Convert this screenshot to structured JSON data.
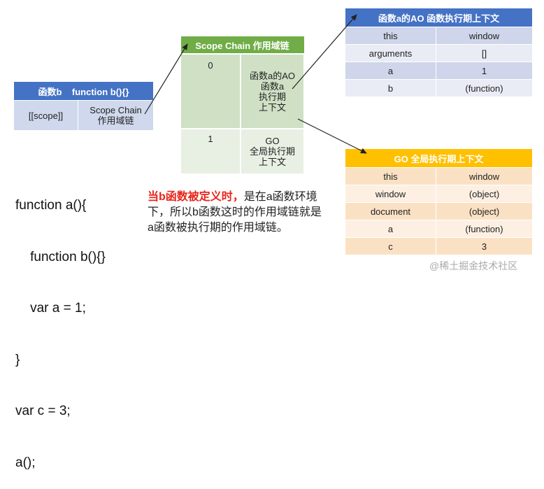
{
  "fn_b_table": {
    "header": "函数b    function b(){}",
    "cell_left": "[[scope]]",
    "cell_right": "Scope Chain\n作用域链"
  },
  "scope_chain_table": {
    "header": "Scope Chain 作用域链",
    "rows": [
      {
        "index": "0",
        "value": "函数a的AO\n函数a\n执行期\n上下文"
      },
      {
        "index": "1",
        "value": "GO\n全局执行期\n上下文"
      }
    ]
  },
  "ao_table": {
    "header": "函数a的AO 函数执行期上下文",
    "rows": [
      {
        "key": "this",
        "value": "window"
      },
      {
        "key": "arguments",
        "value": "[]"
      },
      {
        "key": "a",
        "value": "1"
      },
      {
        "key": "b",
        "value": "(function)"
      }
    ]
  },
  "go_table": {
    "header": "GO 全局执行期上下文",
    "rows": [
      {
        "key": "this",
        "value": "window"
      },
      {
        "key": "window",
        "value": "(object)"
      },
      {
        "key": "document",
        "value": "(object)"
      },
      {
        "key": "a",
        "value": "(function)"
      },
      {
        "key": "c",
        "value": "3"
      }
    ]
  },
  "code_lines": [
    "function a(){",
    "    function b(){}",
    "    var a = 1;",
    "}",
    "var c = 3;",
    "a();"
  ],
  "note": {
    "highlight": "当b函数被定义时，",
    "rest": "是在a函数环境下，所以b函数这时的作用域链就是a函数被执行期的作用域链。"
  },
  "watermark": "@稀土掘金技术社区",
  "colors": {
    "blue_header": "#4472c4",
    "green_header": "#70ad47",
    "orange_header": "#ffc000",
    "highlight_red": "#e8251b"
  }
}
